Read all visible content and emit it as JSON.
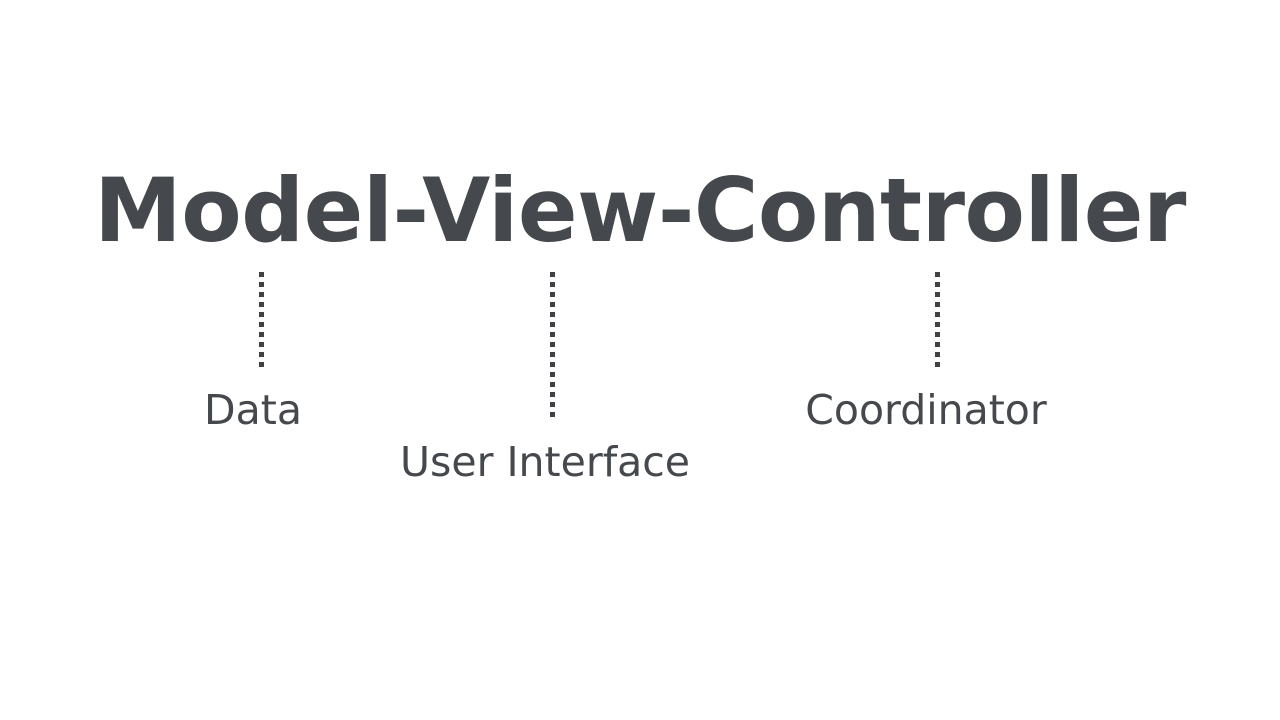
{
  "slide": {
    "background_color": "#ffffff",
    "text_color": "#45484c",
    "connector_color": "#3e4145",
    "title": "Model-View-Controller",
    "parts": [
      {
        "key": "model",
        "term": "Model",
        "label": "Data",
        "connector": "dotted-vertical-line"
      },
      {
        "key": "view",
        "term": "View",
        "label": "User Interface",
        "connector": "dotted-vertical-line"
      },
      {
        "key": "controller",
        "term": "Controller",
        "label": "Coordinator",
        "connector": "dotted-vertical-line"
      }
    ]
  }
}
